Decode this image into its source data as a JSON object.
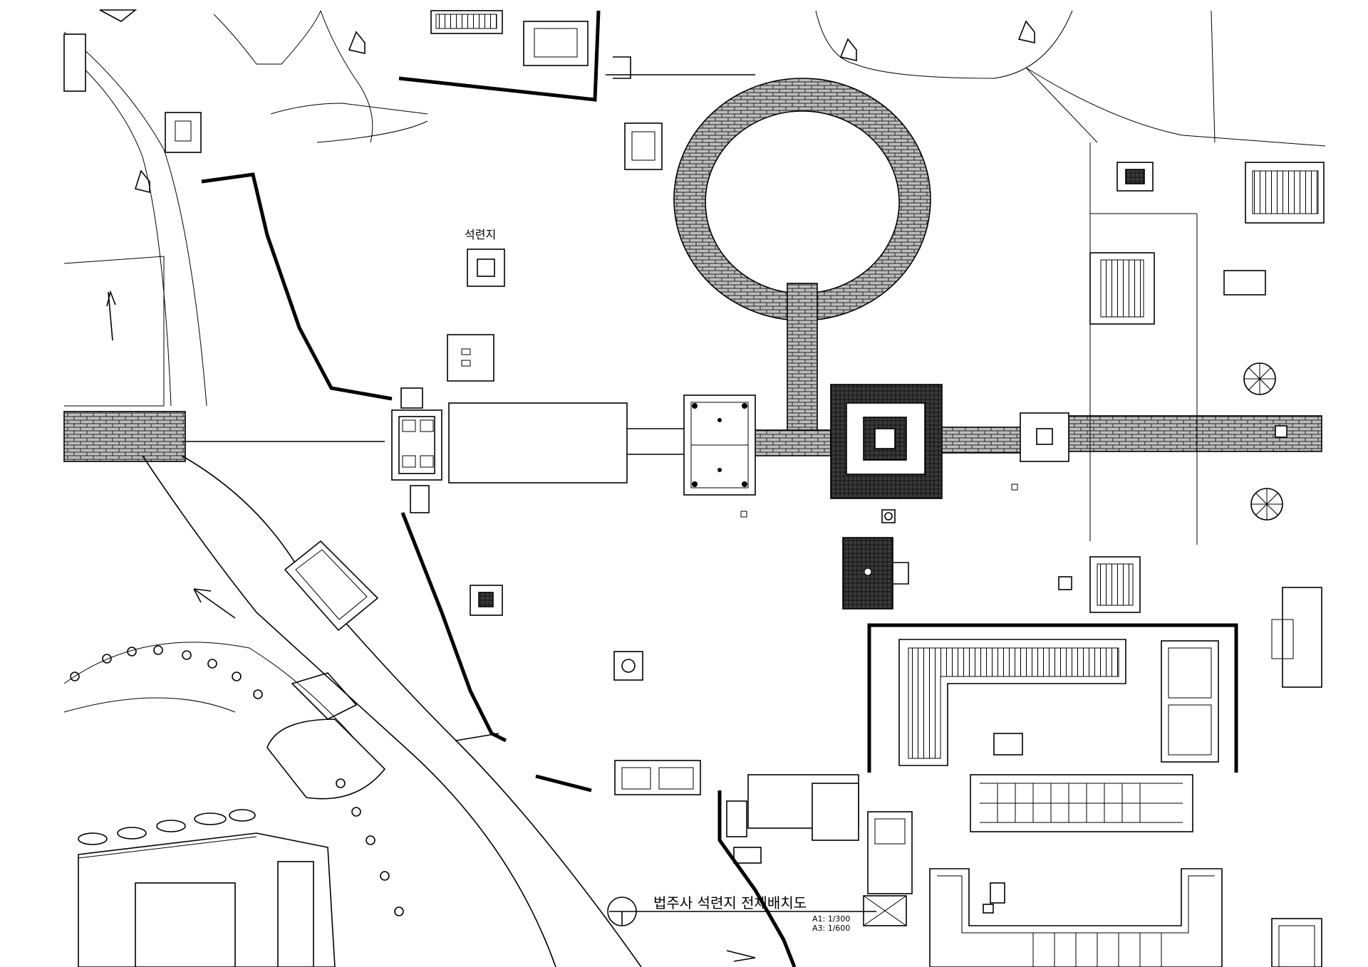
{
  "labels": {
    "site_name": "석련지",
    "title": "법주사 석련지 전체배치도",
    "scale_a1": "A1: 1/300",
    "scale_a3": "A3: 1/600"
  },
  "colors": {
    "line": "#000000",
    "background": "#ffffff"
  }
}
